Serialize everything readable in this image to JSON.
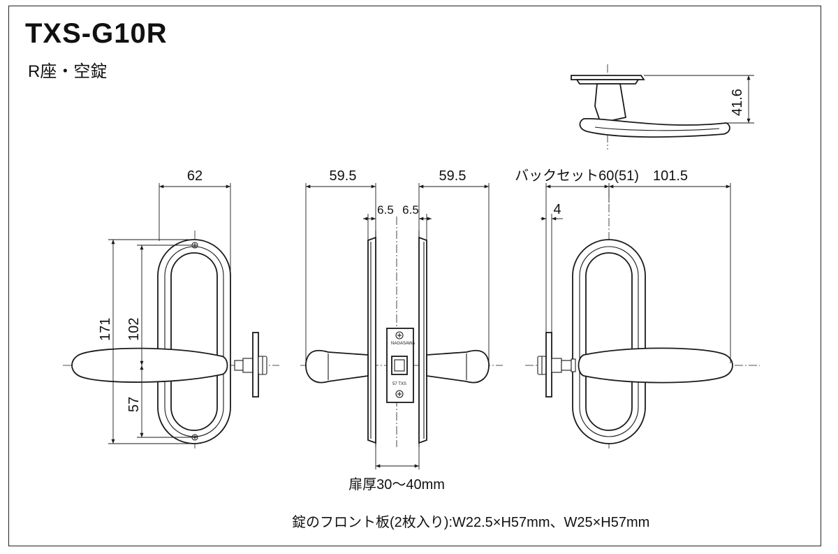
{
  "title": "TXS-G10R",
  "subtitle": "R座・空錠",
  "dimensions": {
    "front_width": "62",
    "front_total_height": "171",
    "front_screw_pitch": "102",
    "front_lower": "57",
    "side_left_projection": "59.5",
    "side_right_projection": "59.5",
    "side_left_rose": "6.5",
    "side_right_rose": "6.5",
    "backset_label": "バックセット60(51)",
    "handle_length": "101.5",
    "latch_face": "4",
    "lever_height": "41.6"
  },
  "door_thickness_label": "扉厚30〜40mm",
  "front_plate_note": "錠のフロント板(2枚入り):W22.5×H57mm、W25×H57mm",
  "latch_marks": {
    "top": "NAGASAWA",
    "bottom": "57 TXS"
  }
}
